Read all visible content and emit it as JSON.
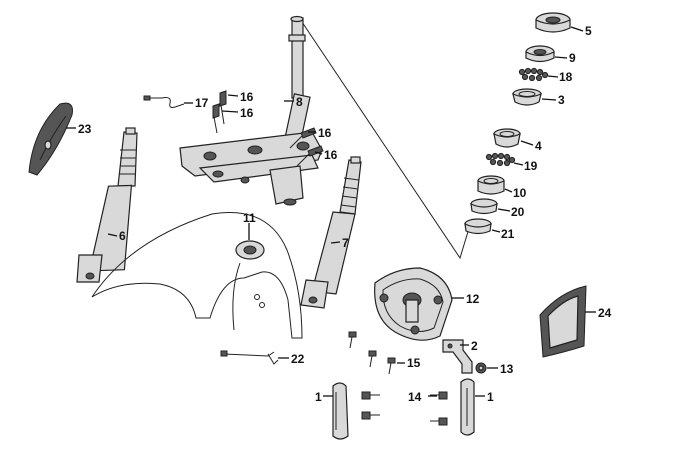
{
  "callouts": {
    "p1a": "1",
    "p1b": "1",
    "p2": "2",
    "p3": "3",
    "p4": "4",
    "p5": "5",
    "p6": "6",
    "p7": "7",
    "p8": "8",
    "p9": "9",
    "p10": "10",
    "p11": "11",
    "p12": "12",
    "p13": "13",
    "p14": "14",
    "p15": "15",
    "p16a": "16",
    "p16b": "16",
    "p16c": "16",
    "p16d": "16",
    "p17": "17",
    "p18": "18",
    "p19": "19",
    "p20": "20",
    "p21": "21",
    "p22": "22",
    "p23": "23",
    "p24": "24"
  }
}
